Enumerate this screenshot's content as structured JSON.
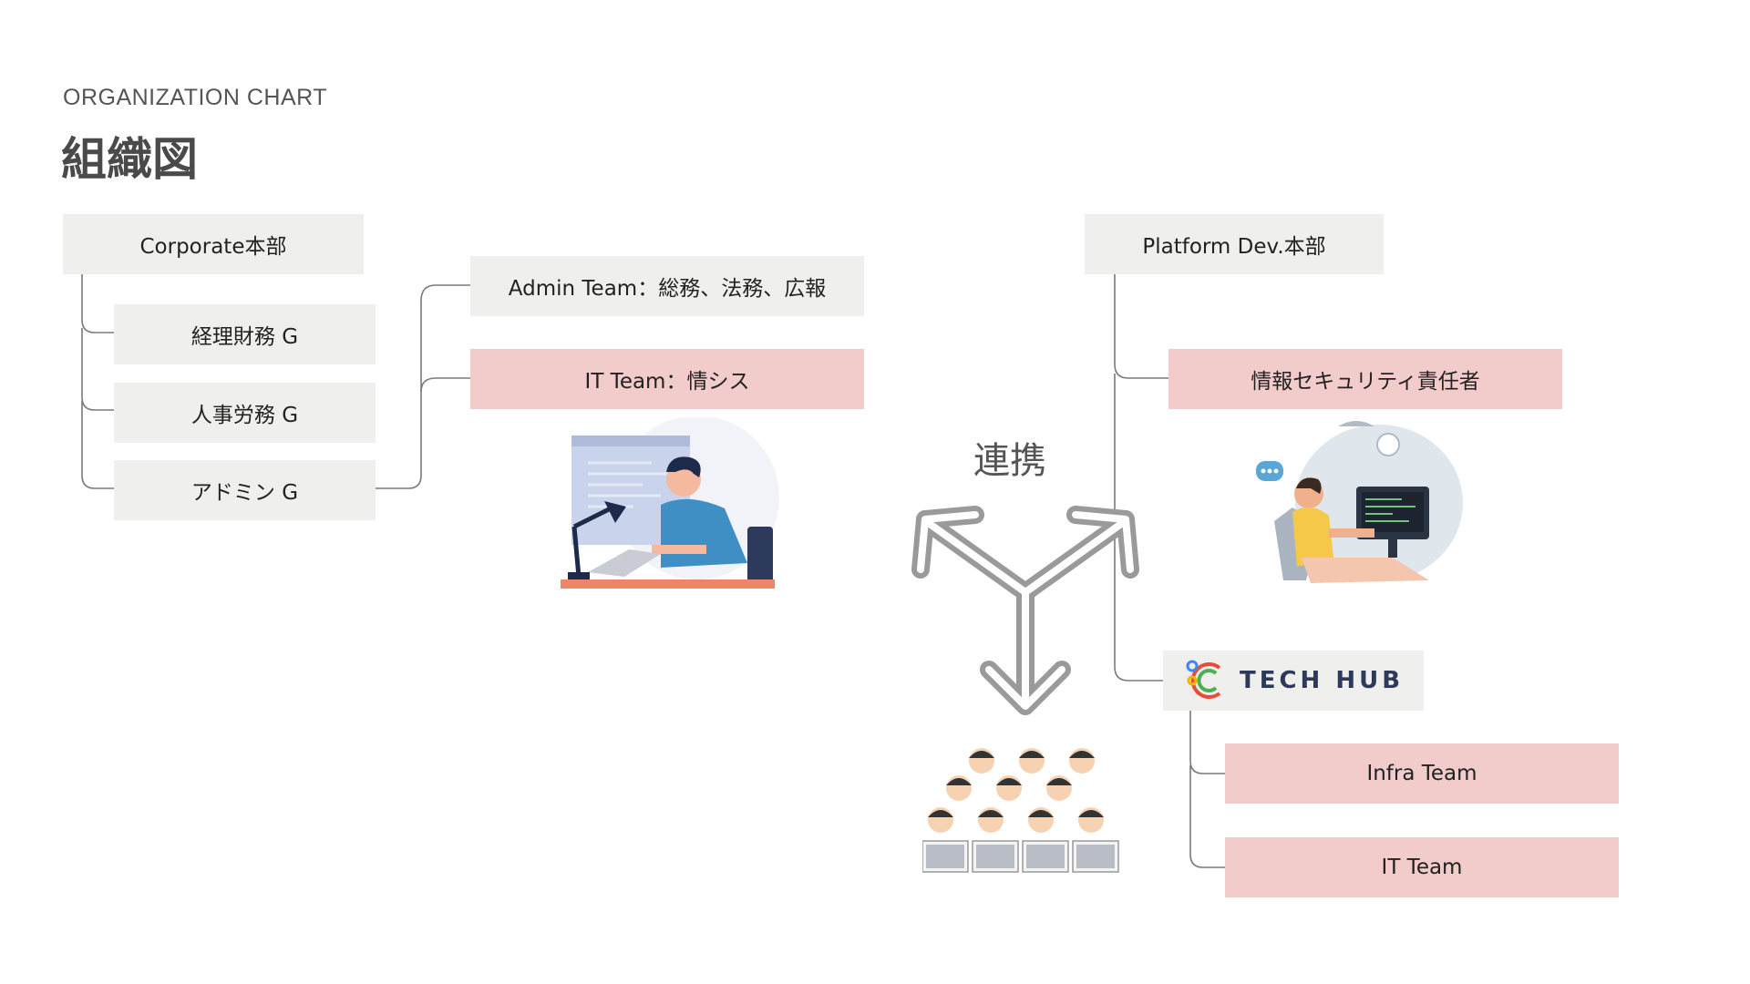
{
  "header": {
    "subtitle": "ORGANIZATION CHART",
    "title": "組織図"
  },
  "corporate": {
    "root": "Corporate本部",
    "groups": [
      "経理財務 G",
      "人事労務 G",
      "アドミン G"
    ],
    "teams": [
      "Admin Team：総務、法務、広報",
      "IT Team：情シス"
    ]
  },
  "collab_label": "連携",
  "platform": {
    "root": "Platform Dev.本部",
    "security": "情報セキュリティ責任者",
    "techhub_label": "TECH HUB",
    "teams": [
      "Infra Team",
      "IT Team"
    ]
  },
  "colors": {
    "gray_box": "#efefed",
    "pink_box": "#f2cbcb",
    "line": "#777777",
    "arrow": "#9a9a9a"
  }
}
